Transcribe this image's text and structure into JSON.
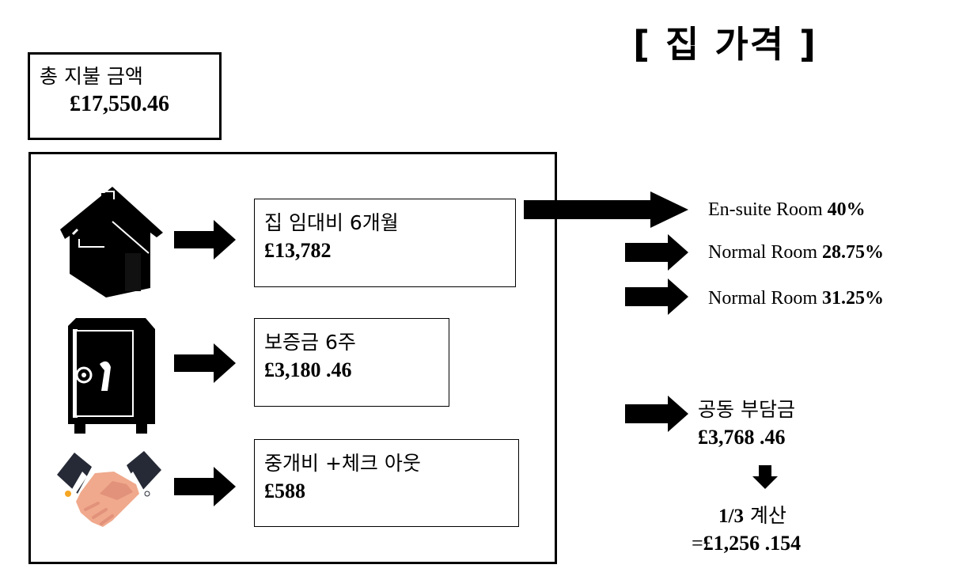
{
  "title": "[ 집 가격 ]",
  "total": {
    "label": "총 지불 금액",
    "value": "£17,550.46"
  },
  "items": [
    {
      "label": "집 임대비 6개월",
      "value": "£13,782",
      "icon": "house-icon"
    },
    {
      "label": "보증금 6주",
      "value": "£3,180 .46",
      "icon": "safe-icon"
    },
    {
      "label": "중개비 +체크 아웃",
      "value": "£588",
      "icon": "handshake-icon"
    }
  ],
  "rooms": [
    {
      "name": "En-suite Room",
      "percent": "40%"
    },
    {
      "name": "Normal Room",
      "percent": "28.75%"
    },
    {
      "name": "Normal Room",
      "percent": "31.25%"
    }
  ],
  "shared": {
    "label": "공동 부담금",
    "value": "£3,768 .46",
    "split_fraction": "1/3",
    "split_label": "계산",
    "result_prefix": "=",
    "result_value": "£1,256 .154"
  },
  "colors": {
    "skin": "#f0a98c",
    "skin_dark": "#e2927a",
    "sleeve": "#262a36",
    "cuff": "#ffffff",
    "button": "#f5a623"
  }
}
